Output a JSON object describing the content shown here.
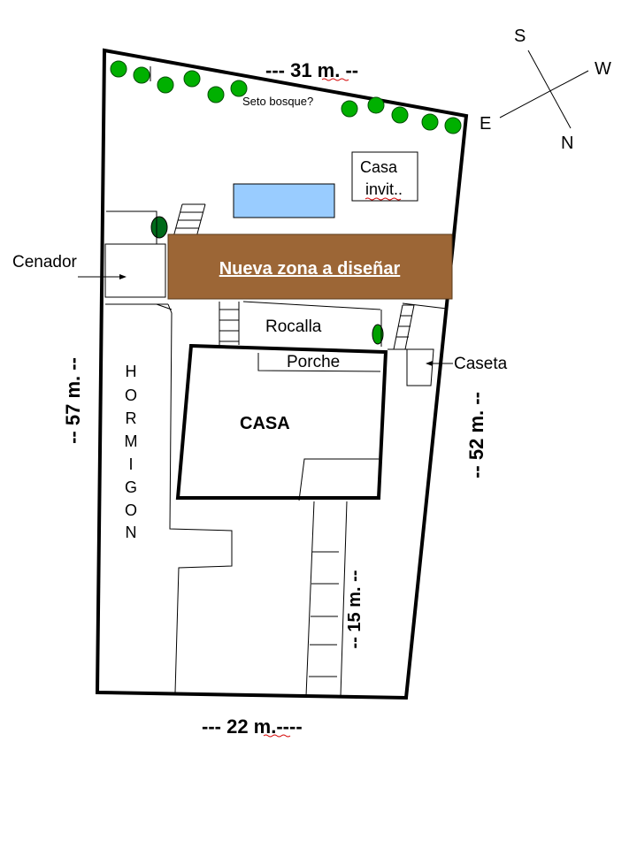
{
  "compass": {
    "s": "S",
    "w": "W",
    "e": "E",
    "n": "N"
  },
  "dimensions": {
    "top": "--- 31 m. --",
    "bottom": "--- 22 m.----",
    "left": "-- 57 m. --",
    "right": "-- 52 m. --",
    "path": "-- 15 m. --"
  },
  "labels": {
    "hedge": "Seto bosque?",
    "guest_house_line1": "Casa",
    "guest_house_line2": "invit..",
    "new_zone": "Nueva zona a diseñar",
    "gazebo": "Cenador",
    "rockery": "Rocalla",
    "porch": "Porche",
    "shed": "Caseta",
    "house": "CASA",
    "concrete_letters": [
      "H",
      "O",
      "R",
      "M",
      "I",
      "G",
      "O",
      "N"
    ]
  },
  "colors": {
    "plot_border": "#000000",
    "hedge_green": "#00b000",
    "tree_dark": "#006a1a",
    "pool_blue": "#99ccff",
    "new_zone_brown": "#9c6636",
    "new_zone_text": "#ffffff"
  }
}
